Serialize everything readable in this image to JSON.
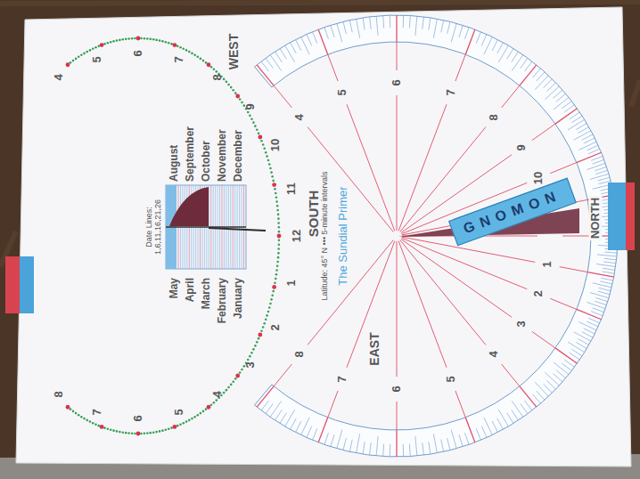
{
  "diagram": {
    "title": "The Sundial Primer",
    "nodes": [
      {
        "text": [
          "GNOMON"
        ]
      }
    ],
    "labels": [
      "WEST",
      "SOUTH",
      "NORTH",
      "EAST",
      "Latitude: 45° N ••• 5-minute intervals",
      "Date Lines: 1,6,11,16,21,26",
      "August",
      "September",
      "October",
      "November",
      "December",
      "May",
      "April",
      "March",
      "February",
      "January",
      "4",
      "5",
      "6",
      "7",
      "8",
      "9",
      "10",
      "11",
      "12",
      "1",
      "2",
      "3",
      "4",
      "5",
      "6",
      "7",
      "8",
      "4",
      "5",
      "6",
      "7",
      "8",
      "9",
      "10",
      "1",
      "2",
      "3",
      "4",
      "5",
      "6",
      "7",
      "8"
    ]
  }
}
